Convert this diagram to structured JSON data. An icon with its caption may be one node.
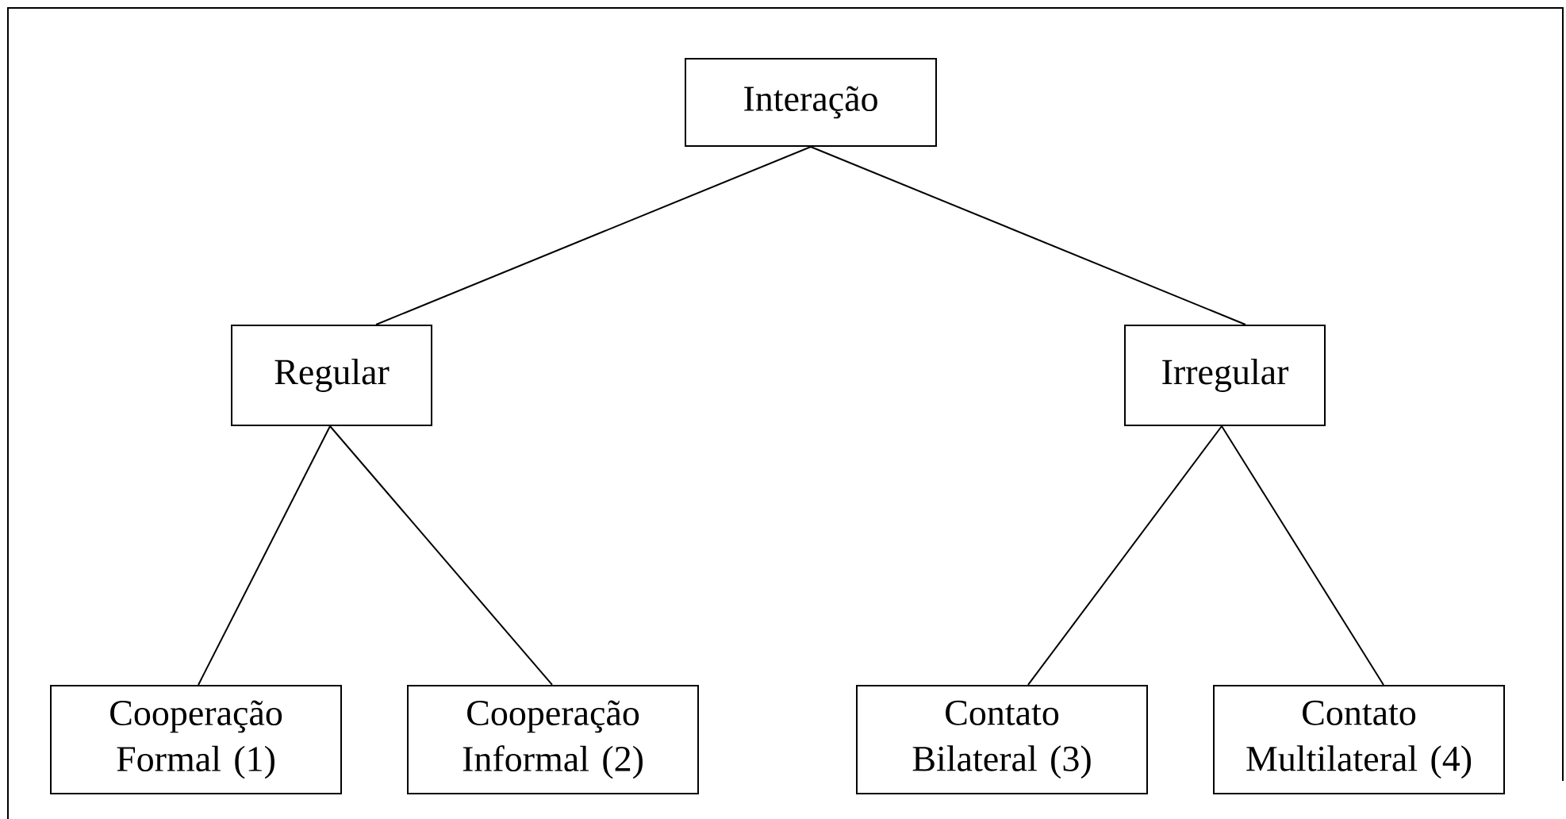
{
  "diagram": {
    "nodes": [
      {
        "text": [
          "Interação"
        ]
      },
      {
        "text": [
          "Regular"
        ]
      },
      {
        "text": [
          "Irregular"
        ]
      },
      {
        "text": [
          "Cooperação Formal (1)"
        ]
      },
      {
        "text": [
          "Cooperação Informal (2)"
        ]
      },
      {
        "text": [
          "Contato Bilateral (3)"
        ]
      },
      {
        "text": [
          "Contato Multilateral (4)"
        ]
      }
    ],
    "edges": [
      {
        "from": 0,
        "to": 1,
        "arrow": "none"
      },
      {
        "from": 0,
        "to": 2,
        "arrow": "none"
      },
      {
        "from": 1,
        "to": 3,
        "arrow": "none"
      },
      {
        "from": 1,
        "to": 4,
        "arrow": "none"
      },
      {
        "from": 2,
        "to": 5,
        "arrow": "none"
      },
      {
        "from": 2,
        "to": 6,
        "arrow": "none"
      }
    ]
  }
}
